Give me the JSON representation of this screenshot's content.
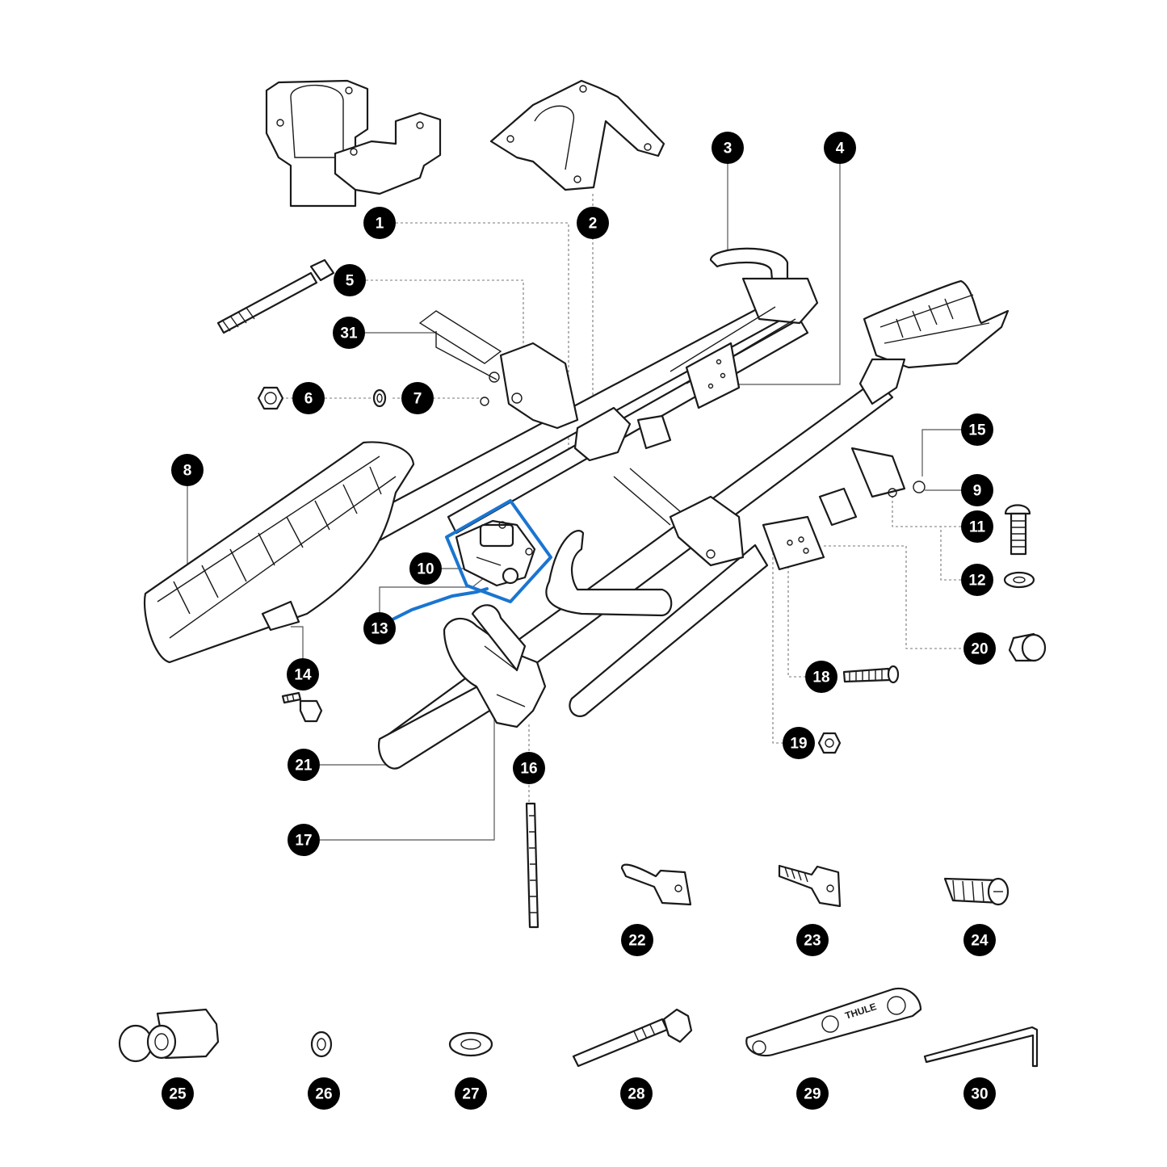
{
  "highlight_color": "#1a75d1",
  "highlighted_part": "13",
  "brand_label": "THULE",
  "callouts": [
    {
      "id": "c1",
      "label": "1"
    },
    {
      "id": "c2",
      "label": "2"
    },
    {
      "id": "c3",
      "label": "3"
    },
    {
      "id": "c4",
      "label": "4"
    },
    {
      "id": "c5",
      "label": "5"
    },
    {
      "id": "c31",
      "label": "31"
    },
    {
      "id": "c6",
      "label": "6"
    },
    {
      "id": "c7",
      "label": "7"
    },
    {
      "id": "c8",
      "label": "8"
    },
    {
      "id": "c15",
      "label": "15"
    },
    {
      "id": "c9",
      "label": "9"
    },
    {
      "id": "c11",
      "label": "11"
    },
    {
      "id": "c12",
      "label": "12"
    },
    {
      "id": "c10",
      "label": "10"
    },
    {
      "id": "c13",
      "label": "13"
    },
    {
      "id": "c20",
      "label": "20"
    },
    {
      "id": "c14",
      "label": "14"
    },
    {
      "id": "c18",
      "label": "18"
    },
    {
      "id": "c19",
      "label": "19"
    },
    {
      "id": "c21",
      "label": "21"
    },
    {
      "id": "c16",
      "label": "16"
    },
    {
      "id": "c17",
      "label": "17"
    },
    {
      "id": "c22",
      "label": "22"
    },
    {
      "id": "c23",
      "label": "23"
    },
    {
      "id": "c24",
      "label": "24"
    },
    {
      "id": "c25",
      "label": "25"
    },
    {
      "id": "c26",
      "label": "26"
    },
    {
      "id": "c27",
      "label": "27"
    },
    {
      "id": "c28",
      "label": "28"
    },
    {
      "id": "c29",
      "label": "29"
    },
    {
      "id": "c30",
      "label": "30"
    }
  ]
}
